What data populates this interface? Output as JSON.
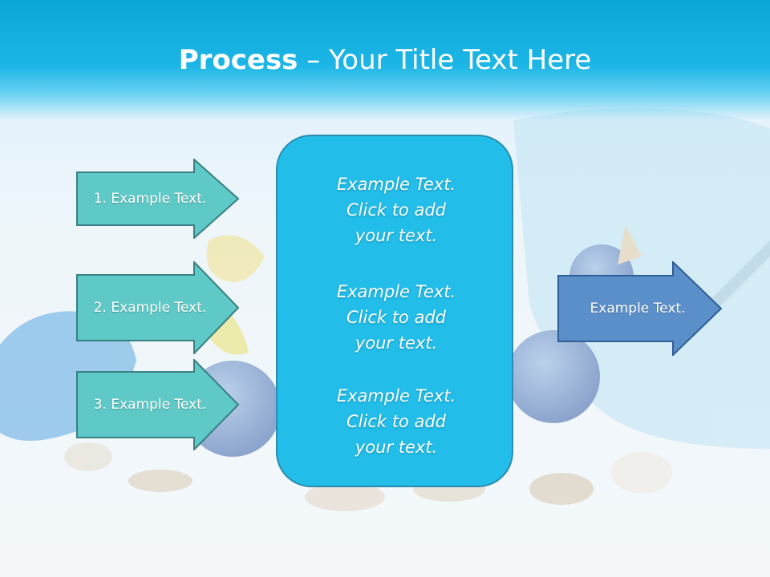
{
  "title": {
    "bold": "Process",
    "rest": " – Your Title Text Here"
  },
  "left_arrows": [
    {
      "label": "1. Example Text."
    },
    {
      "label": "2. Example Text."
    },
    {
      "label": "3. Example Text."
    }
  ],
  "center_box": {
    "blocks": [
      {
        "line1": "Example Text.",
        "line2": "Click  to add",
        "line3": "your text."
      },
      {
        "line1": "Example Text.",
        "line2": "Click  to add",
        "line3": "your text."
      },
      {
        "line1": "Example Text.",
        "line2": "Click  to add",
        "line3": "your text."
      }
    ]
  },
  "right_arrow": {
    "label": "Example Text."
  },
  "colors": {
    "header": "#0aa6d6",
    "left_arrow_fill": "#5ec9c6",
    "left_arrow_stroke": "#3a7f82",
    "center_fill": "#22bde9",
    "right_arrow_fill": "#5b8fc9",
    "right_arrow_stroke": "#2f5f96"
  }
}
